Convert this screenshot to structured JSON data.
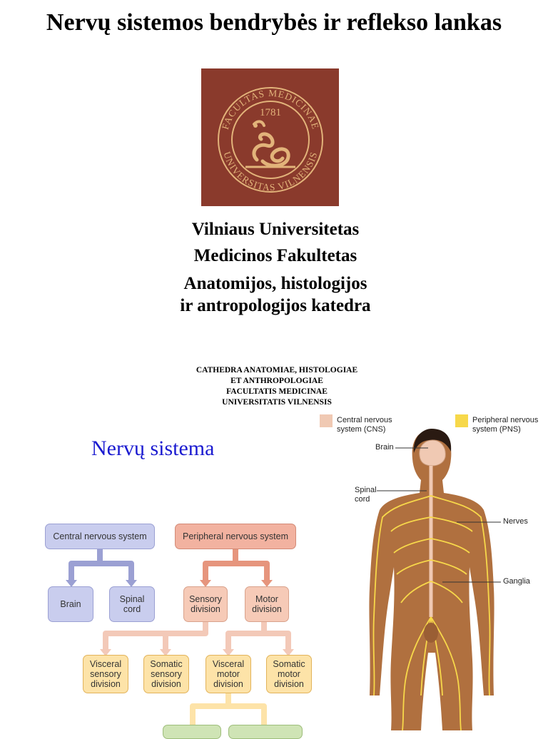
{
  "title": "Nervų sistemos bendrybės ir reflekso lankas",
  "logo": {
    "ring_text_top": "FACULTAS MEDICINAE",
    "ring_text_bottom": "UNIVERSITAS VILNENSIS",
    "year": "1781",
    "background": "#8a3a2c",
    "ink": "#e2b37a"
  },
  "university": {
    "line1": "Vilniaus Universitetas",
    "line2": "Medicinos Fakultetas",
    "line3": "Anatomijos, histologijos",
    "line4": "ir antropologijos katedra"
  },
  "latin": [
    "CATHEDRA ANATOMIAE, HISTOLOGIAE",
    "ET ANTHROPOLOGIAE",
    "FACULTATIS MEDICINAE",
    "UNIVERSITATIS VILNENSIS"
  ],
  "section_title": "Nervų sistema",
  "flowchart": {
    "cns": "Central nervous system",
    "pns": "Peripheral nervous system",
    "brain": "Brain",
    "spinal_cord": "Spinal cord",
    "sensory": "Sensory division",
    "motor": "Motor division",
    "visceral_sensory": "Visceral sensory division",
    "somatic_sensory": "Somatic sensory division",
    "visceral_motor": "Visceral motor division",
    "somatic_motor": "Somatic motor division"
  },
  "figure": {
    "legend_cns": "Central nervous system (CNS)",
    "legend_pns": "Peripheral nervous system (PNS)",
    "legend_cns_color": "#f0c9b3",
    "legend_pns_color": "#f7d84a",
    "labels": {
      "brain": "Brain",
      "spinal_cord": "Spinal cord",
      "nerves": "Nerves",
      "ganglia": "Ganglia"
    }
  }
}
